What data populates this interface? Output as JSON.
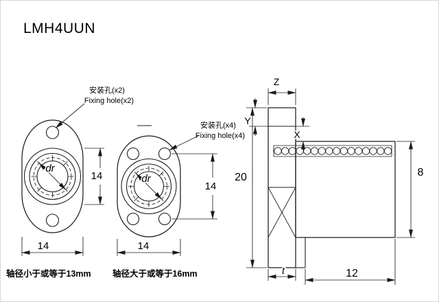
{
  "title": "LMH4UUN",
  "left_view": {
    "leader_cn": "安装孔(x2)",
    "leader_en": "Fixing hole(x2)",
    "bore_label": "dr",
    "dim_right": "14",
    "dim_bottom": "14",
    "caption": "轴径小于或等于13mm"
  },
  "middle_view": {
    "leader_cn": "安装孔(x4)",
    "leader_en": "Fixing hole(x4)",
    "bore_label": "dr",
    "dim_right": "14",
    "dim_bottom": "14",
    "caption": "轴径大于或等于16mm"
  },
  "section_view": {
    "dim_z": "Z",
    "dim_y": "Y",
    "dim_x": "X",
    "dim_flange_height": "20",
    "dim_outer_diameter": "8",
    "dim_flange_thickness": "t",
    "dim_length": "12"
  },
  "colors": {
    "line": "#1c1c1c",
    "background": "#ffffff"
  }
}
